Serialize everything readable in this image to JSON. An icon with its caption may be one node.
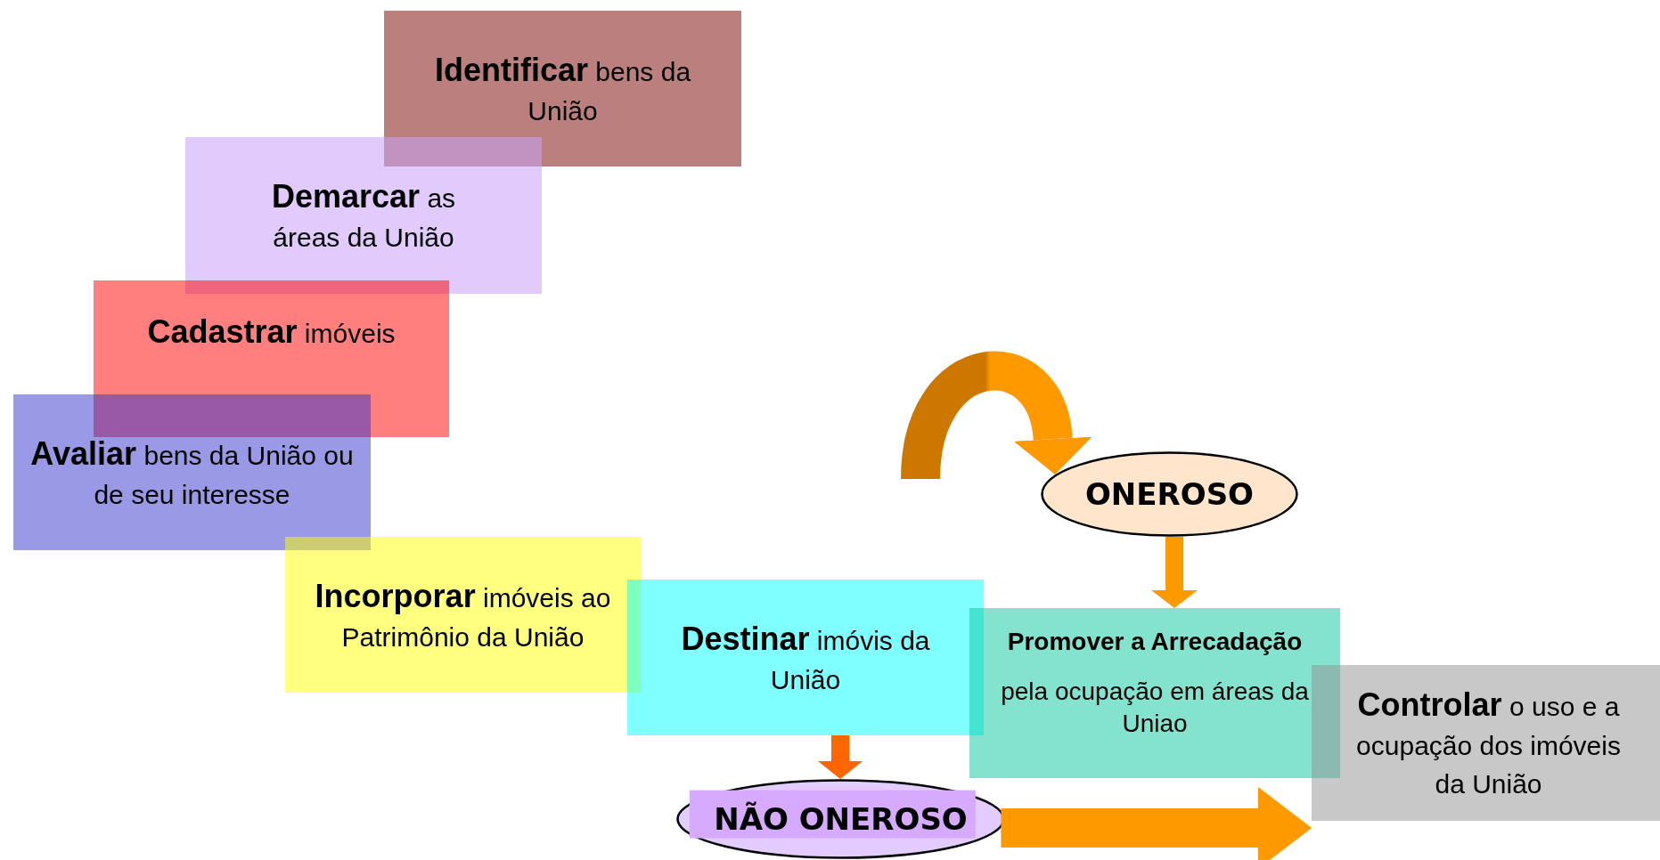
{
  "diagram": {
    "nodes": [
      {
        "text": [
          "**Identificar** bens da União"
        ]
      },
      {
        "text": [
          "**Demarcar** as áreas da União"
        ]
      },
      {
        "text": [
          "**Cadastrar** imóveis"
        ]
      },
      {
        "text": [
          "**Avaliar** bens da União ou de seu interesse"
        ]
      },
      {
        "text": [
          "**Incorporar** imóveis ao Patrimônio da União"
        ]
      },
      {
        "text": [
          "**Destinar** imóvis da União"
        ]
      },
      {
        "text": [
          "Promover a Arrecadação",
          "pela ocupação em áreas da Uniao"
        ]
      },
      {
        "text": [
          "**Controlar** o uso e a ocupação dos imóveis da União"
        ]
      },
      {
        "text": [
          "ONEROSO"
        ]
      },
      {
        "text": [
          "NÃO ONEROSO"
        ]
      }
    ],
    "edges": [
      {
        "from": 5,
        "to": 9,
        "arrow": "to",
        "color": "#ff6600"
      },
      {
        "from": 8,
        "to": 6,
        "arrow": "to"
      },
      {
        "from": 9,
        "to": 7,
        "arrow": "to",
        "style": "thick"
      },
      {
        "from": null,
        "to": 8,
        "arrow": "to",
        "style": "thick"
      }
    ]
  }
}
